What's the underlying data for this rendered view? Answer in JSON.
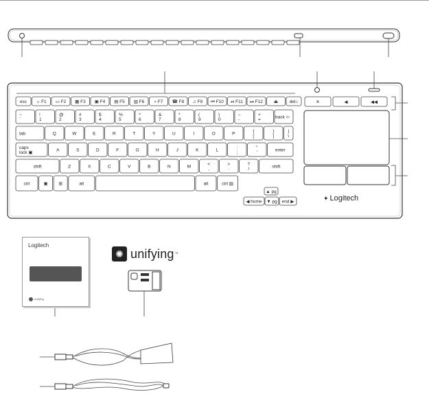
{
  "diagram": {
    "brand": "Logitech",
    "unifying_word": "unifying",
    "unifying_tm": "™",
    "unifying_mark_icon": "unifying-star-icon",
    "box_brand": "Logitech",
    "box_unifying": "unifying",
    "keyboard_rows": {
      "fn_row": [
        "esc",
        "☼ F1",
        "▭ F2",
        "▦ F3",
        "▣ F4",
        "▤ F5",
        "▥ F6",
        "⌕ F7",
        "☎ F8",
        "♫ F9",
        "⏮ F10",
        "⏯ F11",
        "⏭ F12",
        "⏏",
        "del⌂"
      ],
      "number_row": [
        [
          "~",
          "`"
        ],
        [
          "!",
          "1"
        ],
        [
          "@",
          "2"
        ],
        [
          "#",
          "3"
        ],
        [
          "$",
          "4"
        ],
        [
          "%",
          "5"
        ],
        [
          "^",
          "6"
        ],
        [
          "&",
          "7"
        ],
        [
          "*",
          "8"
        ],
        [
          "(",
          "9"
        ],
        [
          ")",
          "0"
        ],
        [
          "–",
          "-"
        ],
        [
          "+",
          "="
        ]
      ],
      "backspace": "back ⇦",
      "tab": "tab",
      "qwerty": [
        "Q",
        "W",
        "E",
        "R",
        "T",
        "Y",
        "U",
        "I",
        "O",
        "P"
      ],
      "brackets": [
        [
          "{",
          "["
        ],
        [
          "}",
          "]"
        ]
      ],
      "backslash": [
        "|",
        "\\"
      ],
      "caps": "caps\nlock ▣",
      "home_row": [
        "A",
        "S",
        "D",
        "F",
        "G",
        "H",
        "J",
        "K",
        "L"
      ],
      "semicolon": [
        ":",
        ";"
      ],
      "quote": [
        "\"",
        "'"
      ],
      "enter": "enter",
      "shift_left": "shift",
      "bottom_letters": [
        "Z",
        "X",
        "C",
        "V",
        "B",
        "N",
        "M"
      ],
      "comma": [
        "<",
        ","
      ],
      "period": [
        ">",
        "."
      ],
      "slash": [
        "?",
        "/"
      ],
      "shift_right": "shift",
      "ctrl_left": "ctrl",
      "alt_left": "alt",
      "alt_right": "alt",
      "ctrl_right": "ctrl ▤",
      "arrow_up": "▲ pg",
      "arrow_left": "◀ home",
      "arrow_down": "▼ pg",
      "arrow_right": "end ▶",
      "media_keys": [
        "✕",
        "◀",
        "◀◀"
      ]
    }
  }
}
